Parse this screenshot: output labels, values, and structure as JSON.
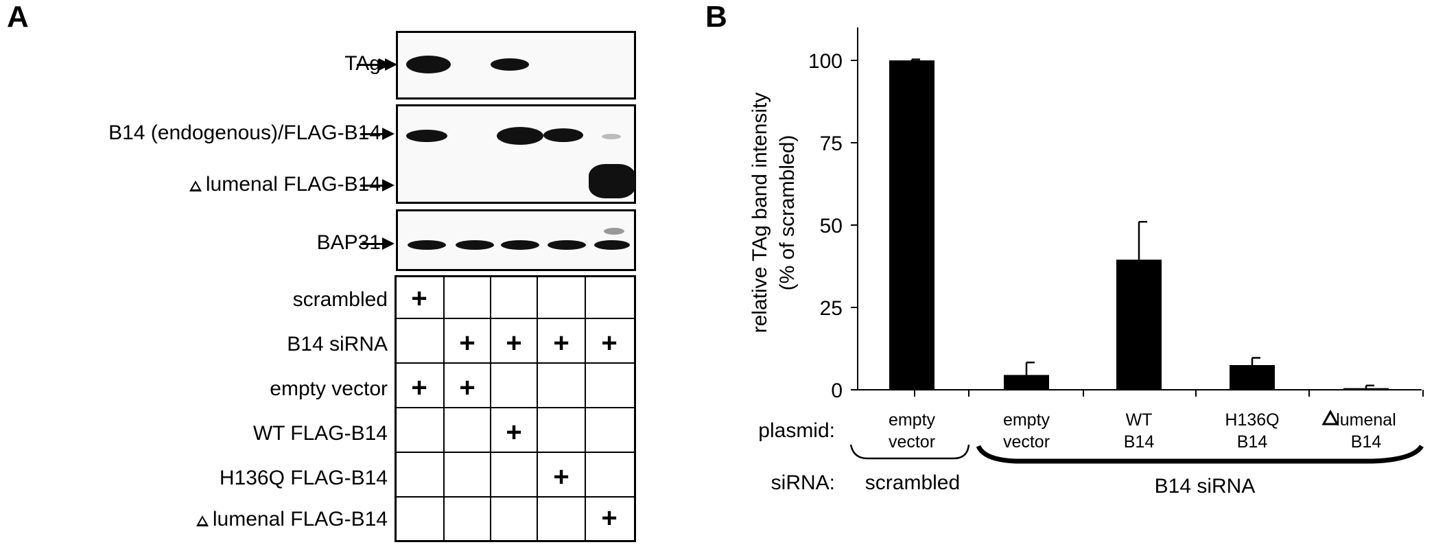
{
  "panels": {
    "a": "A",
    "b": "B"
  },
  "blots": [
    {
      "label": "TAg",
      "delta": false
    },
    {
      "label": "B14 (endogenous)/FLAG-B14",
      "delta": false
    },
    {
      "label": "lumenal FLAG-B14",
      "delta": true
    },
    {
      "label": "BAP31",
      "delta": false
    }
  ],
  "table": {
    "rows": [
      {
        "label": "scrambled",
        "delta": false,
        "cells": [
          "+",
          "",
          "",
          "",
          ""
        ]
      },
      {
        "label": "B14 siRNA",
        "delta": false,
        "cells": [
          "",
          "+",
          "+",
          "+",
          "+"
        ]
      },
      {
        "label": "empty vector",
        "delta": false,
        "cells": [
          "+",
          "+",
          "",
          "",
          ""
        ]
      },
      {
        "label": "WT FLAG-B14",
        "delta": false,
        "cells": [
          "",
          "",
          "+",
          "",
          ""
        ]
      },
      {
        "label": "H136Q FLAG-B14",
        "delta": false,
        "cells": [
          "",
          "",
          "",
          "+",
          ""
        ]
      },
      {
        "label": "lumenal FLAG-B14",
        "delta": true,
        "cells": [
          "",
          "",
          "",
          "",
          "+"
        ]
      }
    ]
  },
  "chart_data": {
    "type": "bar",
    "ylabel_line1": "relative TAg band intensity",
    "ylabel_line2": "(% of scrambled)",
    "ylim": [
      0,
      110
    ],
    "yticks": [
      0,
      25,
      50,
      75,
      100
    ],
    "categories": [
      {
        "line1": "empty",
        "line2": "vector",
        "delta": false
      },
      {
        "line1": "empty",
        "line2": "vector",
        "delta": false
      },
      {
        "line1": "WT",
        "line2": "B14",
        "delta": false
      },
      {
        "line1": "H136Q",
        "line2": "B14",
        "delta": false
      },
      {
        "line1": "lumenal",
        "line2": "B14",
        "delta": true
      }
    ],
    "values": [
      100,
      4.5,
      39.5,
      7.5,
      0.5
    ],
    "errors": [
      0.3,
      3.8,
      11.5,
      2.2,
      0.8
    ],
    "plasmid_label": "plasmid:",
    "sirna_label": "siRNA:",
    "sirna_groups": [
      "scrambled",
      "B14 siRNA"
    ],
    "bar_color": "#000000"
  }
}
